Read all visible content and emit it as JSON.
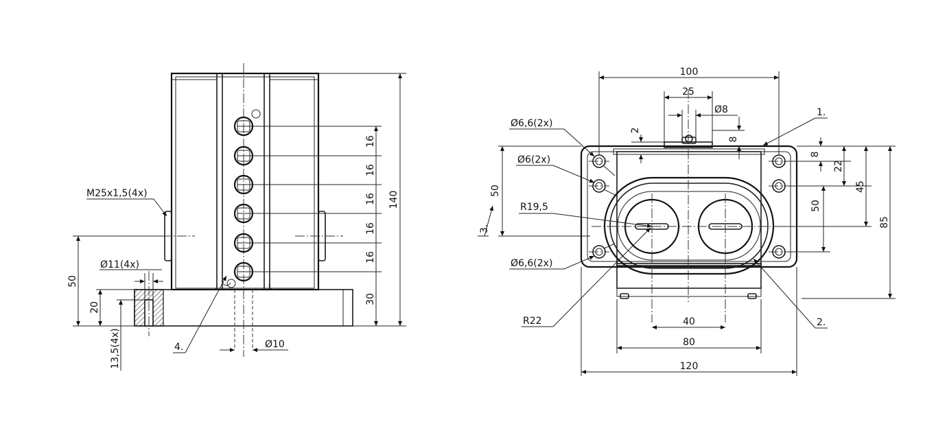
{
  "side_view": {
    "label_thread": "M25x1,5(4x)",
    "label_hole": "Ø11(4x)",
    "label_counterbore": "13,5(4x)",
    "label_pin": "Ø10",
    "callout_4": "4.",
    "dim_height": "140",
    "dim_base": "30",
    "dim_pitch": "16",
    "dim_50": "50",
    "dim_20": "20"
  },
  "top_view": {
    "dim_100": "100",
    "dim_25": "25",
    "dim_d8": "Ø8",
    "dim_2": "2",
    "dim_8a": "8",
    "dim_8b": "8",
    "dim_22": "22",
    "dim_45": "45",
    "dim_85": "85",
    "dim_50r": "50",
    "dim_50l": "50",
    "dim_40": "40",
    "dim_80": "80",
    "dim_120": "120",
    "label_hole_top": "Ø6,6(2x)",
    "label_hole_mid": "Ø6(2x)",
    "label_hole_bot": "Ø6,6(2x)",
    "label_r195": "R19,5",
    "label_r22": "R22",
    "callout_1": "1.",
    "callout_2": "2.",
    "callout_3": "3."
  }
}
